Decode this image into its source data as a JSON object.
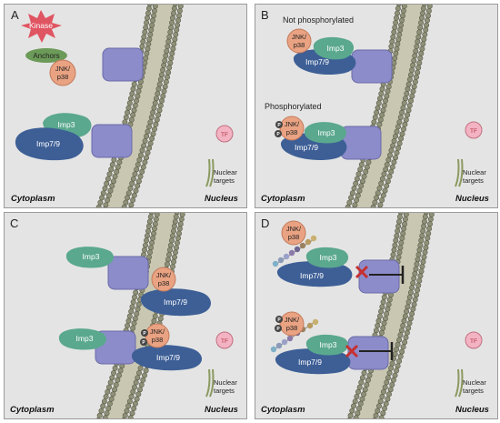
{
  "labels": {
    "cytoplasm": "Cytoplasm",
    "nucleus": "Nucleus",
    "kinase": "Kinase",
    "anchors": "Anchors",
    "jnk": "JNK/",
    "p38": "p38",
    "imp3": "Imp3",
    "imp79": "Imp7/9",
    "tf": "TF",
    "nuclear": "Nuclear",
    "targets": "targets",
    "not_phosphorylated": "Not phosphorylated",
    "phosphorylated": "Phosphorylated",
    "p": "P"
  },
  "panels": [
    {
      "letter": "A"
    },
    {
      "letter": "B"
    },
    {
      "letter": "C"
    },
    {
      "letter": "D"
    }
  ],
  "colors": {
    "panel_bg": "#e4e4e4",
    "membrane_bead": "#8e9078",
    "membrane_mid": "#b8b6a0",
    "pore": "#8c8ccb",
    "imp79": "#3d5f96",
    "imp3": "#5aa88e",
    "jnk": "#e9a282",
    "kinase": "#e05562",
    "anchors": "#6c9a58",
    "tf": "#f3b3c3",
    "block_x": "#c63030"
  }
}
